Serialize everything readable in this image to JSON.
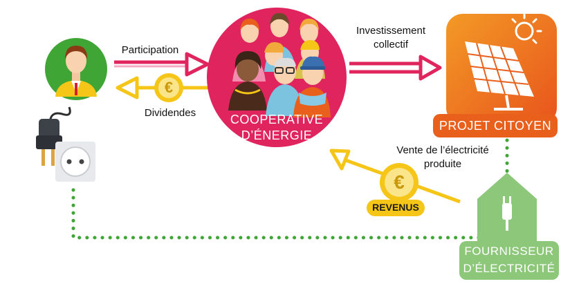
{
  "labels": {
    "participation": "Participation",
    "dividendes": "Dividendes",
    "investissement_line1": "Investissement",
    "investissement_line2": "collectif",
    "vente_line1": "Vente de l’électricité",
    "vente_line2": "produite",
    "revenus": "REVENUS",
    "cooperative_line1": "COOPERATIVE",
    "cooperative_line2": "D’ÉNERGIE",
    "projet": "PROJET CITOYEN",
    "fournisseur_line1": "FOURNISSEUR",
    "fournisseur_line2": "D’ÉLECTRICITÉ"
  },
  "icons": {
    "coin_symbol": "€"
  },
  "colors": {
    "pink": "#e0245e",
    "pink_light": "#f3a9c2",
    "yellow": "#f5c518",
    "yellow_light": "#fbe58a",
    "green": "#3fa535",
    "green_light": "#8cc77a",
    "orange": "#f07e1b",
    "orange_dark": "#e8601c"
  }
}
